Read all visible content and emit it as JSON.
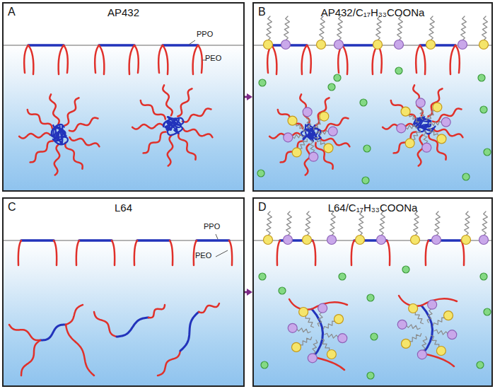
{
  "diagram": {
    "nodes": [
      {
        "text": [
          "A",
          "AP432"
        ]
      },
      {
        "text": [
          "B",
          "AP432/C₁₇H₃₃COONa"
        ]
      },
      {
        "text": [
          "C",
          "L64"
        ]
      },
      {
        "text": [
          "D",
          "L64/C₁₇H₃₃COONa"
        ]
      }
    ],
    "edges": [
      {
        "from": 0,
        "to": 1,
        "arrow": "to"
      },
      {
        "from": 2,
        "to": 3,
        "arrow": "to"
      }
    ],
    "labels": [
      "PPO",
      "PEO",
      "PPO",
      "PEO"
    ]
  }
}
